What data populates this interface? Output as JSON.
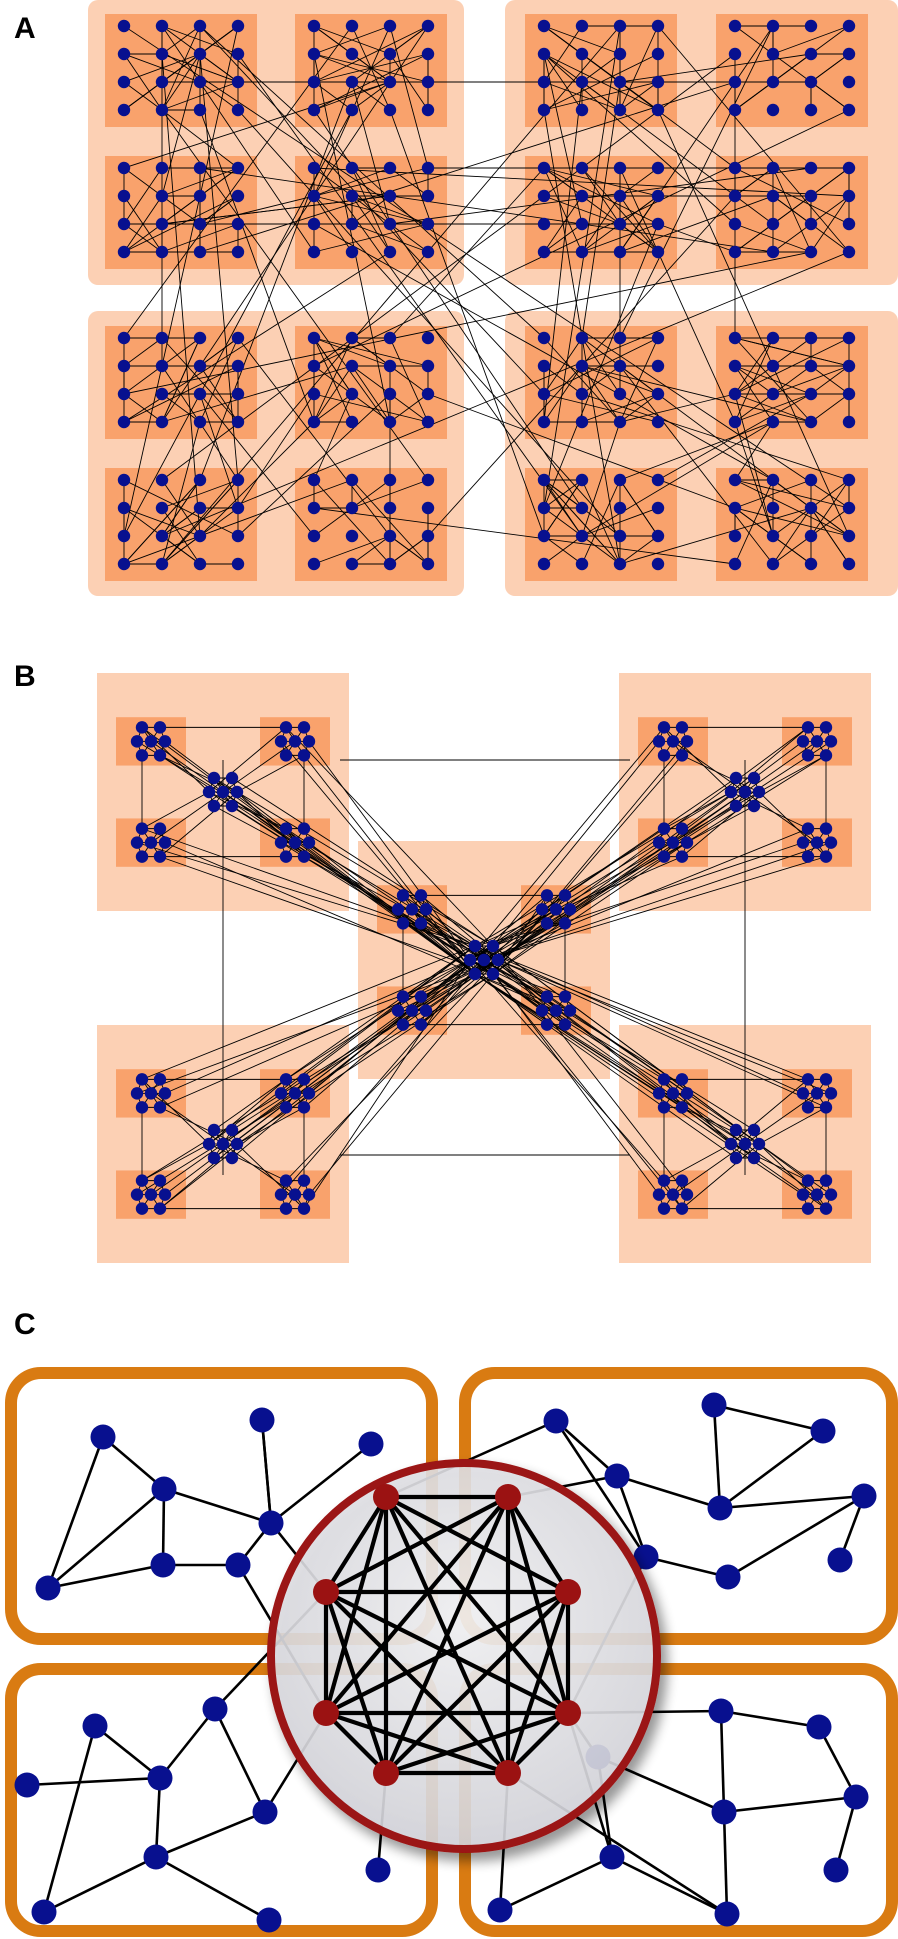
{
  "panels": {
    "a": {
      "label": "A"
    },
    "b": {
      "label": "B"
    },
    "c": {
      "label": "C"
    }
  },
  "colors": {
    "outer_module": "#fcd0b4",
    "inner_module": "#f9a26c",
    "node_blue": "#08108f",
    "node_red": "#9b1212",
    "module_border_c": "#d97b12",
    "hub_ring": "#9b1212",
    "hub_fill": "#e6e6ea",
    "edge": "#000000"
  }
}
